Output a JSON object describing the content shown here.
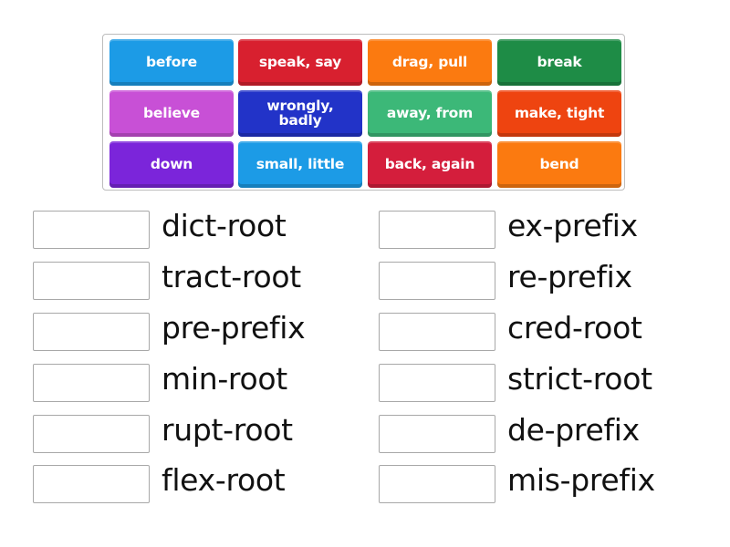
{
  "tile_bank": {
    "tiles": [
      {
        "label": "before",
        "color": "#1c9be6",
        "row": 0,
        "col": 0
      },
      {
        "label": "speak, say",
        "color": "#d8202f",
        "row": 0,
        "col": 1
      },
      {
        "label": "drag, pull",
        "color": "#fb7a10",
        "row": 0,
        "col": 2
      },
      {
        "label": "break",
        "color": "#1e8c46",
        "row": 0,
        "col": 3
      },
      {
        "label": "believe",
        "color": "#c850d6",
        "row": 1,
        "col": 0
      },
      {
        "label": "wrongly, badly",
        "line1": "wrongly,",
        "line2": "badly",
        "color": "#2233c8",
        "row": 1,
        "col": 1
      },
      {
        "label": "away, from",
        "color": "#3cb878",
        "row": 1,
        "col": 2
      },
      {
        "label": "make, tight",
        "color": "#ee4410",
        "row": 1,
        "col": 3
      },
      {
        "label": "down",
        "color": "#7b25da",
        "row": 2,
        "col": 0
      },
      {
        "label": "small, little",
        "color": "#1c9be6",
        "row": 2,
        "col": 1
      },
      {
        "label": "back, again",
        "color": "#d41e3c",
        "row": 2,
        "col": 2
      },
      {
        "label": "bend",
        "color": "#fb7a10",
        "row": 2,
        "col": 3
      }
    ]
  },
  "answers": {
    "left": [
      {
        "term": "dict-root",
        "value": ""
      },
      {
        "term": "tract-root",
        "value": ""
      },
      {
        "term": "pre-prefix",
        "value": ""
      },
      {
        "term": "min-root",
        "value": ""
      },
      {
        "term": "rupt-root",
        "value": ""
      },
      {
        "term": "flex-root",
        "value": ""
      }
    ],
    "right": [
      {
        "term": "ex-prefix",
        "value": ""
      },
      {
        "term": "re-prefix",
        "value": ""
      },
      {
        "term": "cred-root",
        "value": ""
      },
      {
        "term": "strict-root",
        "value": ""
      },
      {
        "term": "de-prefix",
        "value": ""
      },
      {
        "term": "mis-prefix",
        "value": ""
      }
    ]
  }
}
